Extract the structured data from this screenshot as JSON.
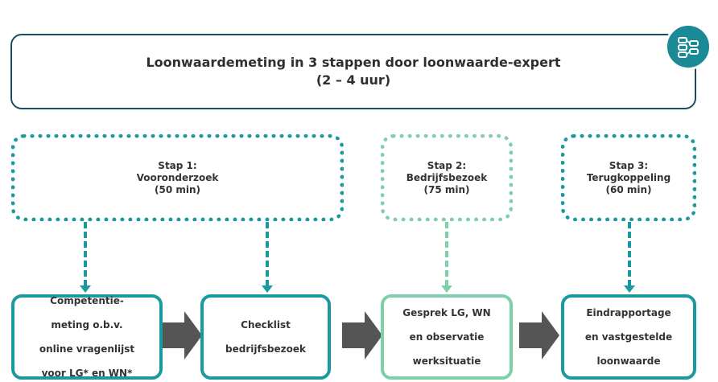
{
  "header": {
    "title_line1": "Loonwaardemeting in 3 stappen door loonwaarde-expert",
    "title_line2": "(2 – 4 uur)"
  },
  "badge": {
    "icon": "flow-diagram-icon",
    "color": "#1a8a96"
  },
  "steps": [
    {
      "line1": "Stap 1:",
      "line2": "Vooronderzoek",
      "line3": "(50 min)"
    },
    {
      "line1": "Stap 2:",
      "line2": "Bedrijfsbezoek",
      "line3": "(75 min)"
    },
    {
      "line1": "Stap 3:",
      "line2": "Terugkoppeling",
      "line3": "(60 min)"
    }
  ],
  "activities": [
    {
      "lines": [
        "Competentie-",
        "meting o.b.v.",
        "online vragenlijst",
        "voor LG* en WN*"
      ]
    },
    {
      "lines": [
        "Checklist",
        "bedrijfsbezoek"
      ]
    },
    {
      "lines": [
        "Gesprek LG, WN",
        "en observatie",
        "werksituatie"
      ]
    },
    {
      "lines": [
        "Eindrapportage",
        "en vastgestelde",
        "loonwaarde"
      ]
    }
  ],
  "colors": {
    "dark_teal": "#1a9a9e",
    "light_green": "#7fcfa8",
    "navy": "#1a4d63",
    "arrow_gray": "#555555"
  }
}
